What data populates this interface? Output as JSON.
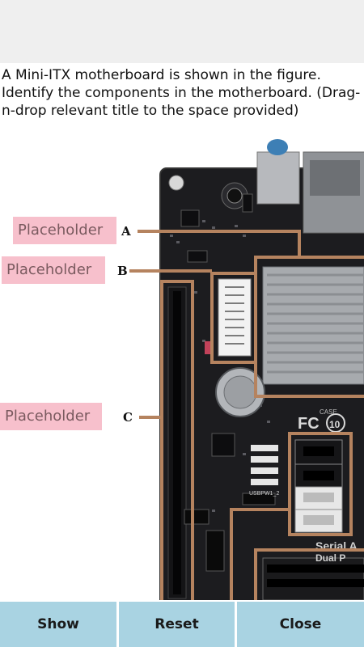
{
  "question": "A  Mini-ITX motherboard is shown in the figure. Identify the components in the motherboard. (Drag-n-drop relevant title to the space provided)",
  "figure": {
    "callouts": [
      "A",
      "B",
      "C"
    ],
    "board_text": {
      "fc": "FC",
      "ten": "10",
      "serial": "Serial A",
      "dual": "Dual P",
      "usb": "USBPW1_2",
      "case": "CASE"
    }
  },
  "placeholders": [
    {
      "label": "Placeholder"
    },
    {
      "label": "Placeholder"
    },
    {
      "label": "Placeholder"
    }
  ],
  "buttons": {
    "show": "Show",
    "reset": "Reset",
    "close": "Close"
  },
  "colors": {
    "callout_line": "#b5835f",
    "placeholder_bg": "#f7c0cc",
    "button_bg": "#a9d3e2"
  }
}
